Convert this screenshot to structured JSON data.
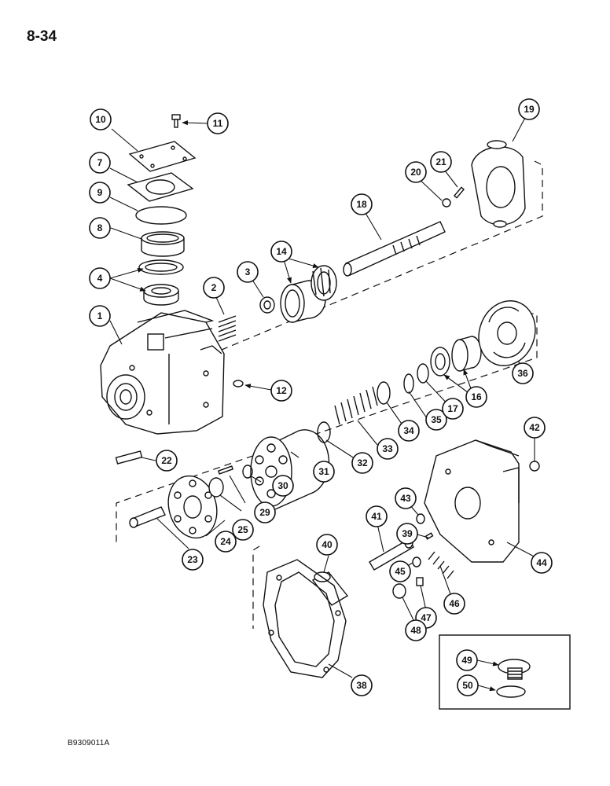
{
  "page_number": "8-34",
  "reference_code": "B9309011A",
  "callouts": [
    "1",
    "2",
    "3",
    "4",
    "7",
    "8",
    "9",
    "10",
    "11",
    "12",
    "14",
    "16",
    "17",
    "18",
    "19",
    "20",
    "21",
    "22",
    "23",
    "24",
    "25",
    "29",
    "30",
    "31",
    "32",
    "33",
    "34",
    "35",
    "36",
    "38",
    "39",
    "40",
    "41",
    "42",
    "43",
    "44",
    "45",
    "46",
    "47",
    "48",
    "49",
    "50"
  ]
}
